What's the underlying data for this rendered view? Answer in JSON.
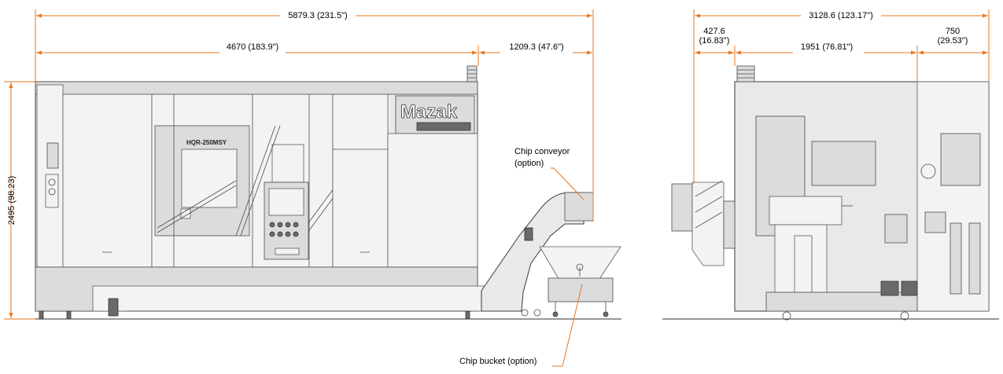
{
  "dimensions": {
    "front_overall": "5879.3 (231.5\")",
    "front_machine": "4670 (183.9\")",
    "front_conveyor": "1209.3 (47.6\")",
    "front_height": "2495 (98.23)",
    "side_overall": "3128.6 (123.17\")",
    "side_left_line1": "427.6",
    "side_left_line2": "(16.83\")",
    "side_middle": "1951 (76.81\")",
    "side_right_line1": "750",
    "side_right_line2": "(29.53\")"
  },
  "labels": {
    "chip_conveyor_line1": "Chip conveyor",
    "chip_conveyor_line2": "(option)",
    "chip_bucket": "Chip bucket (option)",
    "brand": "Mazak",
    "model": "HQR-250MSY"
  },
  "colors": {
    "dimension": "#e8761e",
    "outline": "#3a3a3a",
    "fill": "#e9e9e9"
  }
}
